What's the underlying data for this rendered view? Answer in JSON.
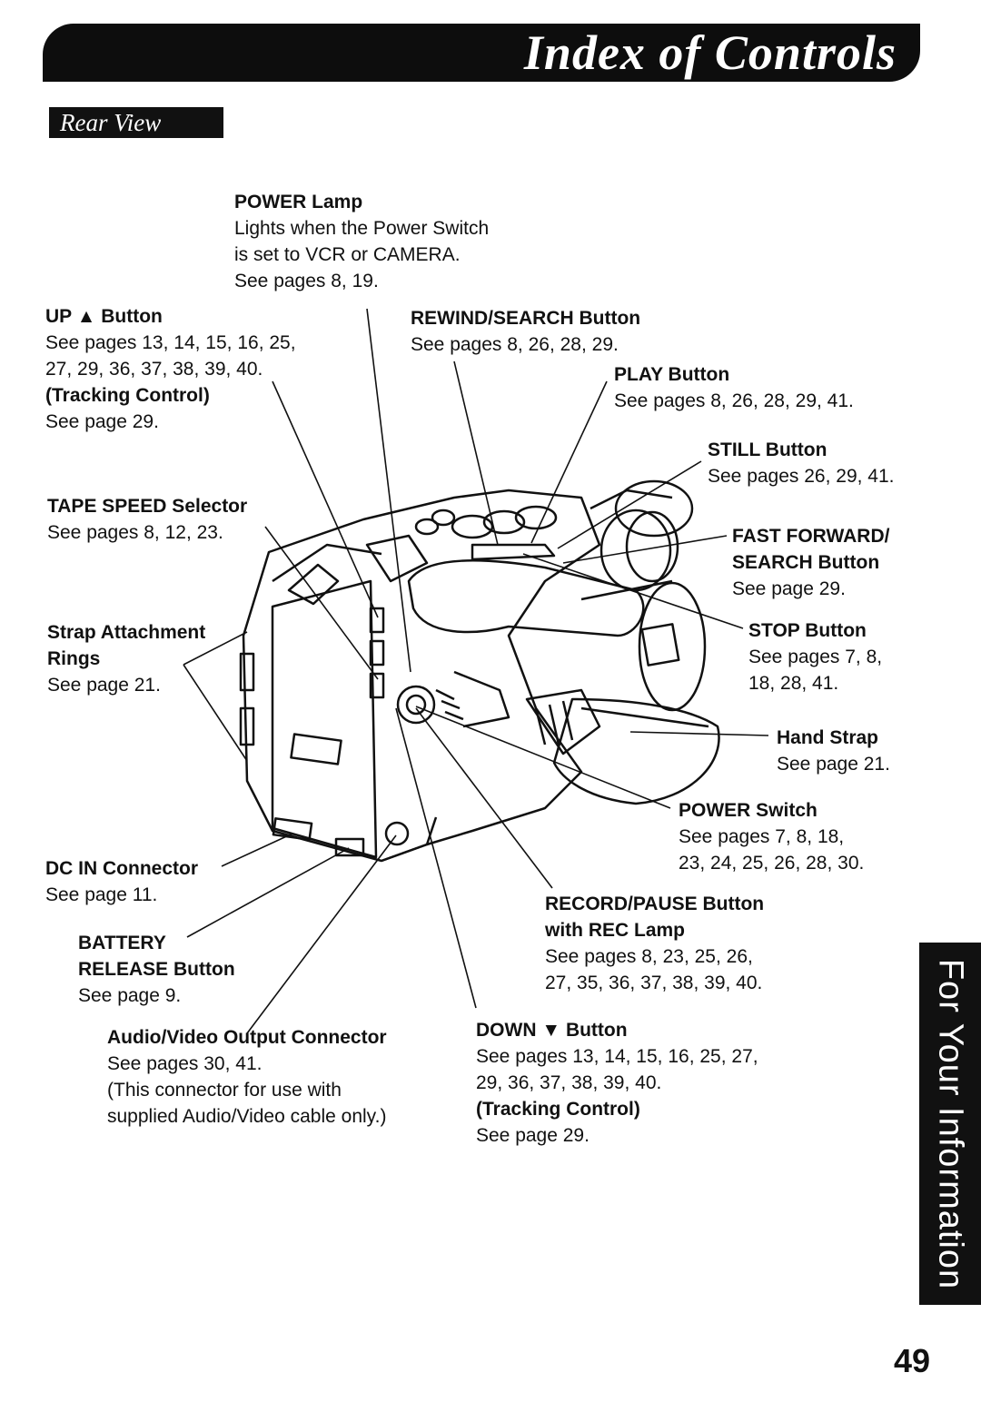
{
  "header": {
    "title": "Index of Controls",
    "section": "Rear View"
  },
  "side_tab": {
    "label": "For Your Information"
  },
  "page_number": "49",
  "labels": {
    "power_lamp": {
      "heading": "POWER Lamp",
      "lines": [
        "Lights when the Power Switch",
        "is set to VCR or CAMERA.",
        "See pages 8, 19."
      ]
    },
    "up_button": {
      "heading": "UP ▲ Button",
      "lines": [
        "See pages 13, 14, 15, 16, 25,",
        "27, 29, 36, 37, 38, 39, 40."
      ],
      "sub_heading": "(Tracking Control)",
      "sub_line": "See page 29."
    },
    "rewind_search": {
      "heading": "REWIND/SEARCH Button",
      "lines": [
        "See pages 8, 26, 28, 29."
      ]
    },
    "play_button": {
      "heading": "PLAY Button",
      "lines": [
        "See pages 8, 26, 28, 29, 41."
      ]
    },
    "still_button": {
      "heading": "STILL Button",
      "lines": [
        "See pages 26, 29, 41."
      ]
    },
    "tape_speed": {
      "heading": "TAPE SPEED Selector",
      "lines": [
        "See pages 8, 12, 23."
      ]
    },
    "fast_forward": {
      "heading": "FAST FORWARD/",
      "heading2": "SEARCH Button",
      "lines": [
        "See page 29."
      ]
    },
    "strap_rings": {
      "heading": "Strap Attachment",
      "heading2": "Rings",
      "lines": [
        "See page 21."
      ]
    },
    "stop_button": {
      "heading": "STOP Button",
      "lines": [
        "See pages 7, 8,",
        "18, 28, 41."
      ]
    },
    "hand_strap": {
      "heading": "Hand Strap",
      "lines": [
        "See page 21."
      ]
    },
    "power_switch": {
      "heading": "POWER Switch",
      "lines": [
        "See pages 7, 8, 18,",
        "23, 24, 25, 26, 28, 30."
      ]
    },
    "dc_in": {
      "heading": "DC IN Connector",
      "lines": [
        "See page 11."
      ]
    },
    "record_pause": {
      "heading": "RECORD/PAUSE Button",
      "heading2": "with REC Lamp",
      "lines": [
        "See pages 8, 23, 25, 26,",
        "27, 35, 36, 37, 38, 39, 40."
      ]
    },
    "battery_release": {
      "heading": "BATTERY",
      "heading2": "RELEASE Button",
      "lines": [
        "See page 9."
      ]
    },
    "av_output": {
      "heading": "Audio/Video Output Connector",
      "lines": [
        "See pages 30, 41.",
        "(This connector for use with",
        "supplied Audio/Video cable only.)"
      ]
    },
    "down_button": {
      "heading": "DOWN ▼ Button",
      "lines": [
        "See pages 13, 14, 15, 16, 25, 27,",
        "29, 36, 37, 38, 39, 40."
      ],
      "sub_heading": "(Tracking Control)",
      "sub_line": "See page 29."
    }
  }
}
